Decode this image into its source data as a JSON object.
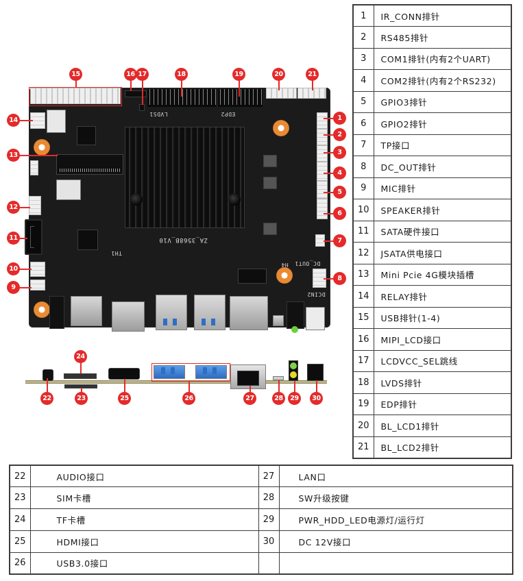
{
  "board": {
    "silkscreen": {
      "model": "ZA_3568B_V10",
      "lvds": "LVDS1",
      "edp": "EDP2",
      "th": "TH1",
      "hole": "H4",
      "dc_out": "DC_OUT1",
      "dc_in": "DCIN2"
    },
    "callouts_top": [
      "1",
      "2",
      "3",
      "4",
      "5",
      "6",
      "7",
      "8",
      "9",
      "10",
      "11",
      "12",
      "13",
      "14",
      "15",
      "16",
      "17",
      "18",
      "19",
      "20",
      "21"
    ],
    "callouts_side": [
      "22",
      "23",
      "24",
      "25",
      "26",
      "27",
      "28",
      "29",
      "30"
    ]
  },
  "legend_right": [
    {
      "num": "1",
      "label": "IR_CONN排针"
    },
    {
      "num": "2",
      "label": "RS485排针"
    },
    {
      "num": "3",
      "label": "COM1排针(内有2个UART)"
    },
    {
      "num": "4",
      "label": "COM2排针(内有2个RS232)"
    },
    {
      "num": "5",
      "label": "GPIO3排针"
    },
    {
      "num": "6",
      "label": "GPIO2排针"
    },
    {
      "num": "7",
      "label": "TP接口"
    },
    {
      "num": "8",
      "label": "DC_OUT排针"
    },
    {
      "num": "9",
      "label": "MIC排针"
    },
    {
      "num": "10",
      "label": "SPEAKER排针"
    },
    {
      "num": "11",
      "label": "SATA硬件接口"
    },
    {
      "num": "12",
      "label": "JSATA供电接口"
    },
    {
      "num": "13",
      "label": "Mini Pcie 4G模块插槽"
    },
    {
      "num": "14",
      "label": "RELAY排针"
    },
    {
      "num": "15",
      "label": "USB排针(1-4)"
    },
    {
      "num": "16",
      "label": "MIPI_LCD接口"
    },
    {
      "num": "17",
      "label": "LCDVCC_SEL跳线"
    },
    {
      "num": "18",
      "label": "LVDS排针"
    },
    {
      "num": "19",
      "label": "EDP排针"
    },
    {
      "num": "20",
      "label": "BL_LCD1排针"
    },
    {
      "num": "21",
      "label": "BL_LCD2排针"
    }
  ],
  "legend_bottom": [
    {
      "left": {
        "num": "22",
        "label": "AUDIO接口"
      },
      "right": {
        "num": "27",
        "label": "LAN口"
      }
    },
    {
      "left": {
        "num": "23",
        "label": "SIM卡槽"
      },
      "right": {
        "num": "28",
        "label": "SW升级按键"
      }
    },
    {
      "left": {
        "num": "24",
        "label": "TF卡槽"
      },
      "right": {
        "num": "29",
        "label": "PWR_HDD_LED电源灯/运行灯"
      }
    },
    {
      "left": {
        "num": "25",
        "label": "HDMI接口"
      },
      "right": {
        "num": "30",
        "label": "DC 12V接口"
      }
    },
    {
      "left": {
        "num": "26",
        "label": "USB3.0接口"
      },
      "right": {
        "num": "",
        "label": ""
      }
    }
  ],
  "colors": {
    "callout_red": "#e42a2a",
    "pcb_black": "#1b1b1b",
    "mount_orange": "#e98a34",
    "usb_blue": "#2d6fc4",
    "table_border": "#3c3c3c"
  }
}
